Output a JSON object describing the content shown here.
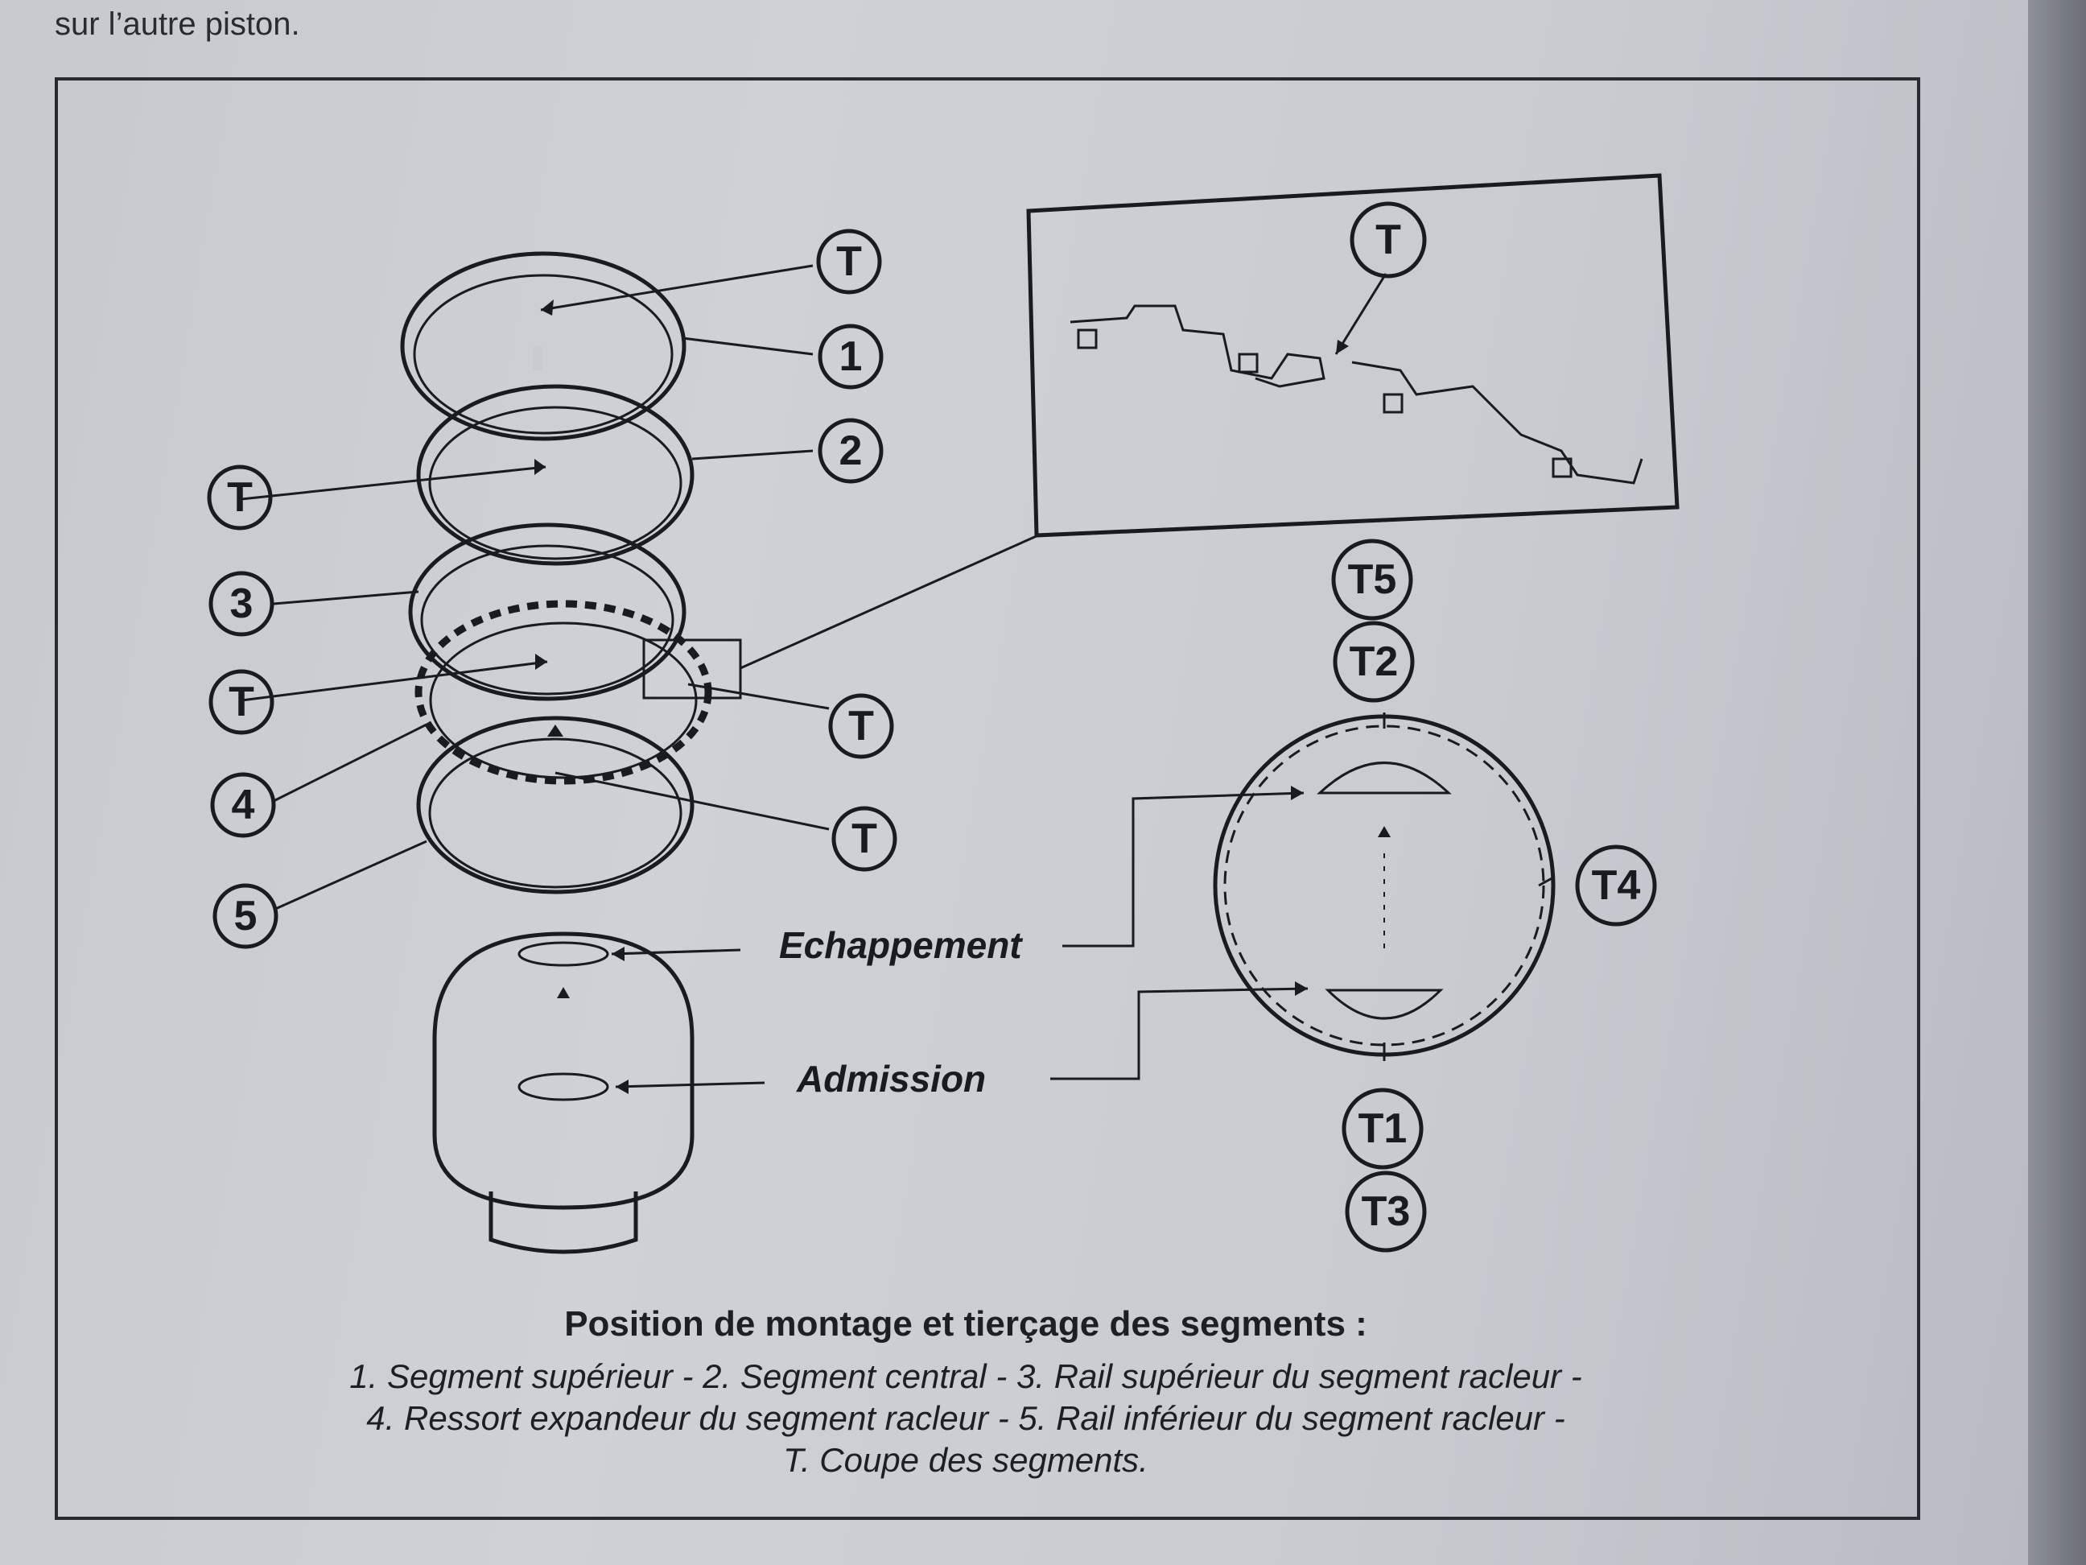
{
  "top_text": "sur l’autre piston.",
  "callouts": {
    "t": "T",
    "n1": "1",
    "n2": "2",
    "n3": "3",
    "n4": "4",
    "n5": "5",
    "t1": "T1",
    "t2": "T2",
    "t3": "T3",
    "t4": "T4",
    "t5": "T5"
  },
  "labels": {
    "exhaust": "Echappement",
    "intake": "Admission"
  },
  "caption": {
    "title": "Position de montage et tierçage des segments :",
    "line1": "1. Segment supérieur - 2. Segment central - 3. Rail supérieur du segment racleur -",
    "line2": "4. Ressort expandeur du segment racleur - 5. Rail inférieur du segment racleur -",
    "line3": "T. Coupe des segments."
  }
}
